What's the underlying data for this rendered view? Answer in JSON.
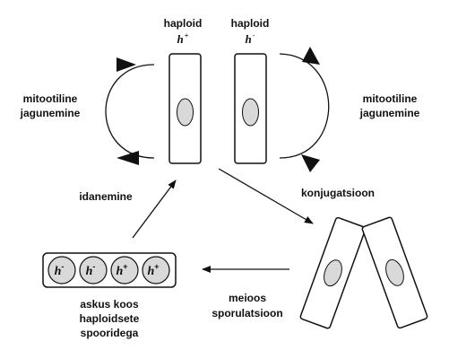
{
  "colors": {
    "line": "#111111",
    "nucleus": "#d9d9d9",
    "spore": "#d9d9d9",
    "background": "#ffffff"
  },
  "cells_top": {
    "left": {
      "title": "haploid",
      "mating_letter": "h",
      "mating_sign": "+"
    },
    "right": {
      "title": "haploid",
      "mating_letter": "h",
      "mating_sign": "-"
    }
  },
  "cycle_labels": {
    "left": {
      "line1": "mitootiline",
      "line2": "jagunemine"
    },
    "right": {
      "line1": "mitootiline",
      "line2": "jagunemine"
    }
  },
  "process_labels": {
    "germination": "idanemine",
    "conjugation": "konjugatsioon",
    "meiosis_line1": "meioos",
    "meiosis_line2": "sporulatsioon"
  },
  "ascus": {
    "spores": [
      {
        "letter": "h",
        "sign": "-"
      },
      {
        "letter": "h",
        "sign": "-"
      },
      {
        "letter": "h",
        "sign": "+"
      },
      {
        "letter": "h",
        "sign": "+"
      }
    ],
    "caption_line1": "askus koos",
    "caption_line2": "haploidsete",
    "caption_line3": "spooridega"
  }
}
